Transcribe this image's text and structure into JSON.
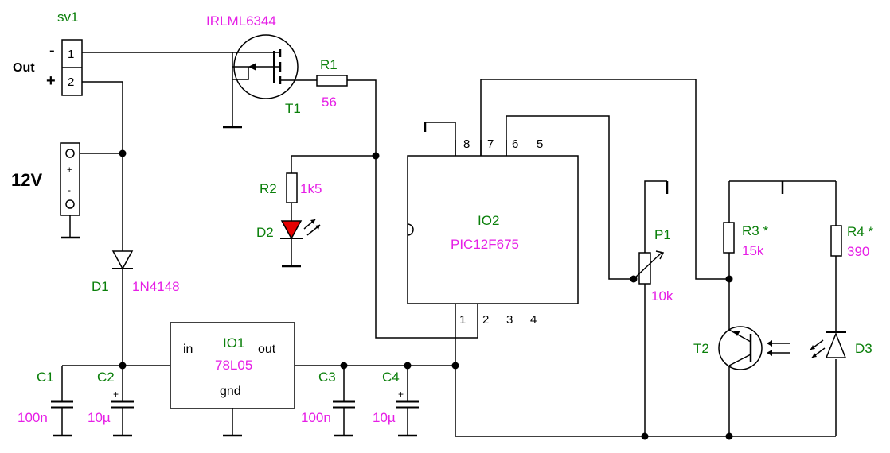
{
  "labels": {
    "sv1": "sv1",
    "out": "Out",
    "minus": "-",
    "plus": "+",
    "pin1": "1",
    "pin2": "2",
    "v12": "12V",
    "jack_plus": "+",
    "jack_minus": "-",
    "t1_part": "IRLML6344",
    "t1": "T1",
    "r1": "R1",
    "r1_val": "56",
    "r2": "R2",
    "r2_val": "1k5",
    "d2": "D2",
    "d1": "D1",
    "d1_val": "1N4148",
    "io2": "IO2",
    "io2_val": "PIC12F675",
    "pin8": "8",
    "pin7": "7",
    "pin6": "6",
    "pin5": "5",
    "pinb1": "1",
    "pinb2": "2",
    "pinb3": "3",
    "pinb4": "4",
    "p1": "P1",
    "p1_val": "10k",
    "r3": "R3 *",
    "r3_val": "15k",
    "r4": "R4 *",
    "r4_val": "390",
    "t2": "T2",
    "d3": "D3",
    "io1": "IO1",
    "io1_val": "78L05",
    "io1_in": "in",
    "io1_out": "out",
    "io1_gnd": "gnd",
    "c1": "C1",
    "c1_val": "100n",
    "c2": "C2",
    "c2_val": "10µ",
    "c3": "C3",
    "c3_val": "100n",
    "c4": "C4",
    "c4_val": "10µ",
    "cap_plus": "+"
  },
  "colors": {
    "designator": "#0a7f0a",
    "value": "#e61ee6",
    "led": "#e60000",
    "wire": "#000000"
  }
}
